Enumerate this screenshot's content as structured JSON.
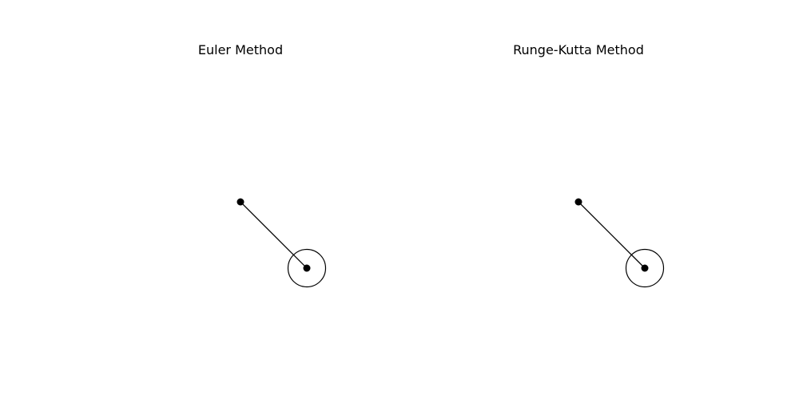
{
  "figure": {
    "panels": [
      {
        "title": "Euler Method",
        "pivot": {
          "x": 0.0,
          "y": 0.0
        },
        "bob": {
          "x": 1.0,
          "y": -1.0
        }
      },
      {
        "title": "Runge-Kutta Method",
        "pivot": {
          "x": 0.0,
          "y": 0.0
        },
        "bob": {
          "x": 1.0,
          "y": -1.0
        }
      }
    ],
    "colors": {
      "background": "#ffffff",
      "ink": "#000000"
    }
  }
}
